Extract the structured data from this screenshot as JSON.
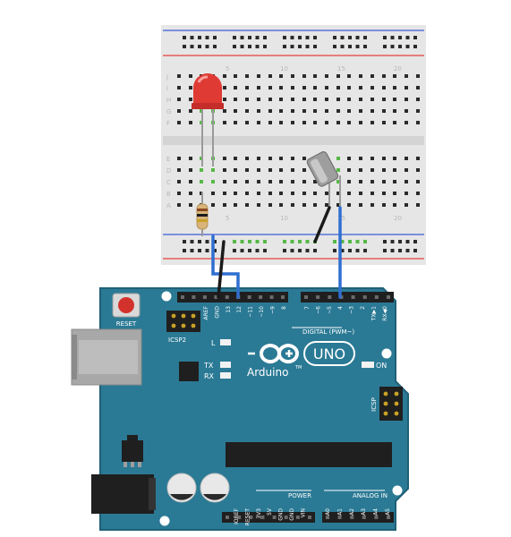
{
  "board": {
    "reset_label": "RESET",
    "icsp2_label": "ICSP2",
    "l_label": "L",
    "tx_label": "TX",
    "rx_label": "RX",
    "brand_label": "Arduino",
    "tm_label": "TM",
    "model_label": "UNO",
    "on_label": "ON",
    "icsp_label": "ICSP",
    "digital_label": "DIGITAL (PWM~)",
    "power_label": "POWER",
    "analog_label": "ANALOG IN",
    "digital_pins": [
      "AREF",
      "GND",
      "13",
      "12",
      "~11",
      "~10",
      "~9",
      "8",
      "7",
      "~6",
      "~5",
      "4",
      "~3",
      "2",
      "TX▶1",
      "RX◀0"
    ],
    "power_pins": [
      "IOREF",
      "RESET",
      "3V3",
      "5V",
      "GND",
      "GND",
      "VIN"
    ],
    "analog_pins": [
      "A0",
      "A1",
      "A2",
      "A3",
      "A4",
      "A5"
    ]
  },
  "breadboard": {
    "row_letters_top": [
      "J",
      "I",
      "H",
      "G",
      "F"
    ],
    "row_letters_bottom": [
      "E",
      "D",
      "C",
      "B",
      "A"
    ],
    "column_numbers": [
      "5",
      "10",
      "15",
      "20"
    ]
  },
  "colors": {
    "board": "#2b7a95",
    "board_edge": "#1f6077",
    "breadboard": "#e6e6e6",
    "rail_red": "#e5413a",
    "rail_blue": "#3a5cd6",
    "wire_blue": "#2f6fd0",
    "wire_black": "#1a1a1a",
    "led": "#e03a35",
    "hole_active": "#56b946"
  }
}
